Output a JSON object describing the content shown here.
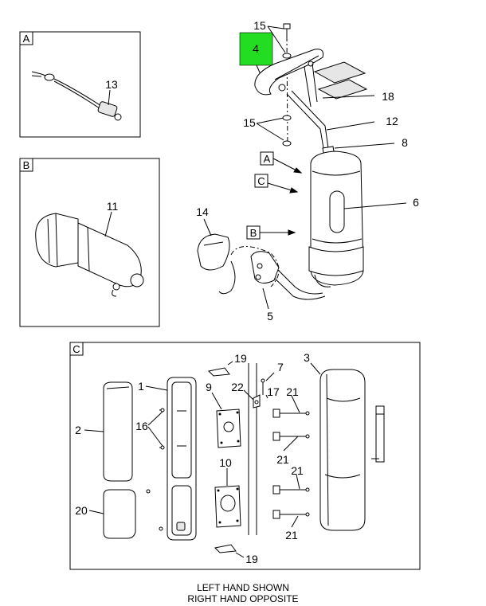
{
  "highlight_color": "#22dd22",
  "highlighted_callout": "4",
  "callouts": {
    "c15a": "15",
    "c4": "4",
    "c18": "18",
    "c15b": "15",
    "c12": "12",
    "c8": "8",
    "c6": "6",
    "c14": "14",
    "c5": "5",
    "c13": "13",
    "c11": "11",
    "c19a": "19",
    "c7": "7",
    "c1": "1",
    "c9": "9",
    "c22": "22",
    "c17": "17",
    "c21a": "21",
    "c3": "3",
    "c2": "2",
    "c16": "16",
    "c21b": "21",
    "c10": "10",
    "c21c": "21",
    "c20": "20",
    "c21d": "21",
    "c19b": "19"
  },
  "view_labels": {
    "inset_a": "A",
    "inset_b": "B",
    "inset_c": "C",
    "ref_a": "A",
    "ref_c": "C",
    "ref_b": "B"
  },
  "caption": {
    "line1": "LEFT HAND SHOWN",
    "line2": "RIGHT HAND OPPOSITE"
  }
}
